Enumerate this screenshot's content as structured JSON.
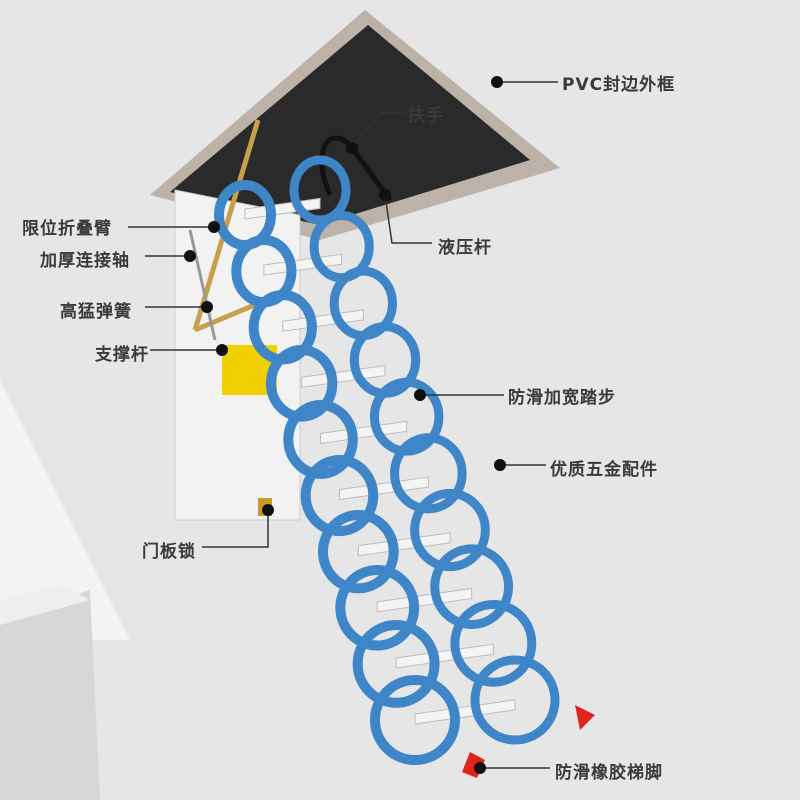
{
  "labels": {
    "pvc_frame": "PVC封边外框",
    "handrail": "扶手",
    "limit_folding_arm": "限位折叠臂",
    "thick_connecting_shaft": "加厚连接轴",
    "strong_spring": "高猛弹簧",
    "support_rod": "支撑杆",
    "hydraulic_rod": "液压杆",
    "antislip_wide_step": "防滑加宽踏步",
    "quality_hardware": "优质五金配件",
    "door_panel_lock": "门板锁",
    "antislip_rubber_foot": "防滑橡胶梯脚"
  },
  "colors": {
    "ladder_blue": "#3f86c8",
    "foot_red": "#e0241c",
    "frame": "#b9aea4",
    "text": "#3a3a3a"
  }
}
